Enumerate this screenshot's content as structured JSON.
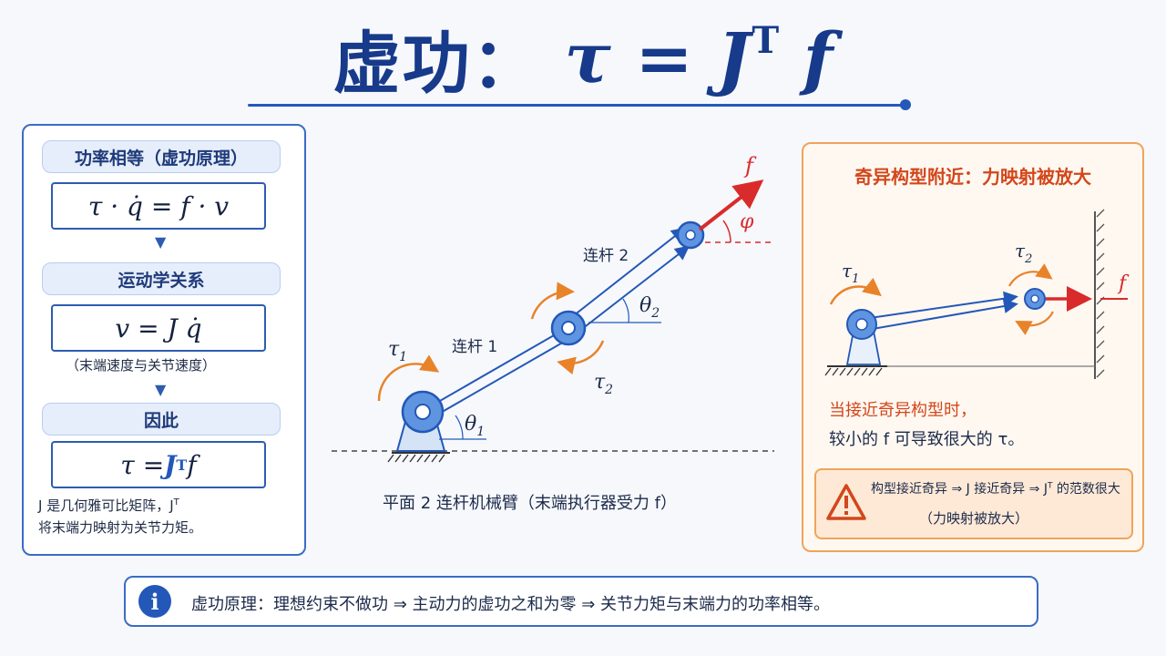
{
  "title": {
    "cn": "虚功：",
    "formula_main": "τ = J",
    "formula_sup": "T",
    "formula_end": "f"
  },
  "left_panel": {
    "section1": "功率相等（虚功原理）",
    "eq1": "τ · q̇ = f · v",
    "section2": "运动学关系",
    "eq2": "v = J q̇",
    "eq2_note": "（末端速度与关节速度）",
    "section3": "因此",
    "eq3_main": "τ = ",
    "eq3_J": "J",
    "eq3_sup": "T",
    "eq3_end": " f",
    "note_line1": "J 是几何雅可比矩阵，J",
    "note_line1_sup": "T",
    "note_line2": "将末端力映射为关节力矩。"
  },
  "diagram": {
    "caption": "平面 2 连杆机械臂（末端执行器受力 f）",
    "link1": "连杆 1",
    "link2": "连杆 2",
    "tau": "τ",
    "sub1": "1",
    "sub2": "2",
    "theta": "θ",
    "phi": "φ",
    "force": "f"
  },
  "right_panel": {
    "title": "奇异构型附近：力映射被放大",
    "text1": "当接近奇异构型时，",
    "text2": "较小的 f 可导致很大的 τ。",
    "warn_line1": "构型接近奇异 ⇒ J 接近奇异 ⇒ J",
    "warn_sup": "T",
    "warn_line1_end": " 的范数很大",
    "warn_line2": "（力映射被放大）"
  },
  "bottom": {
    "info_icon": "i",
    "text": "虚功原理：理想约束不做功 ⇒ 主动力的虚功之和为零 ⇒ 关节力矩与末端力的功率相等。"
  },
  "colors": {
    "blue": "#2358b8",
    "orange": "#e8832a",
    "red": "#d92b2b"
  }
}
